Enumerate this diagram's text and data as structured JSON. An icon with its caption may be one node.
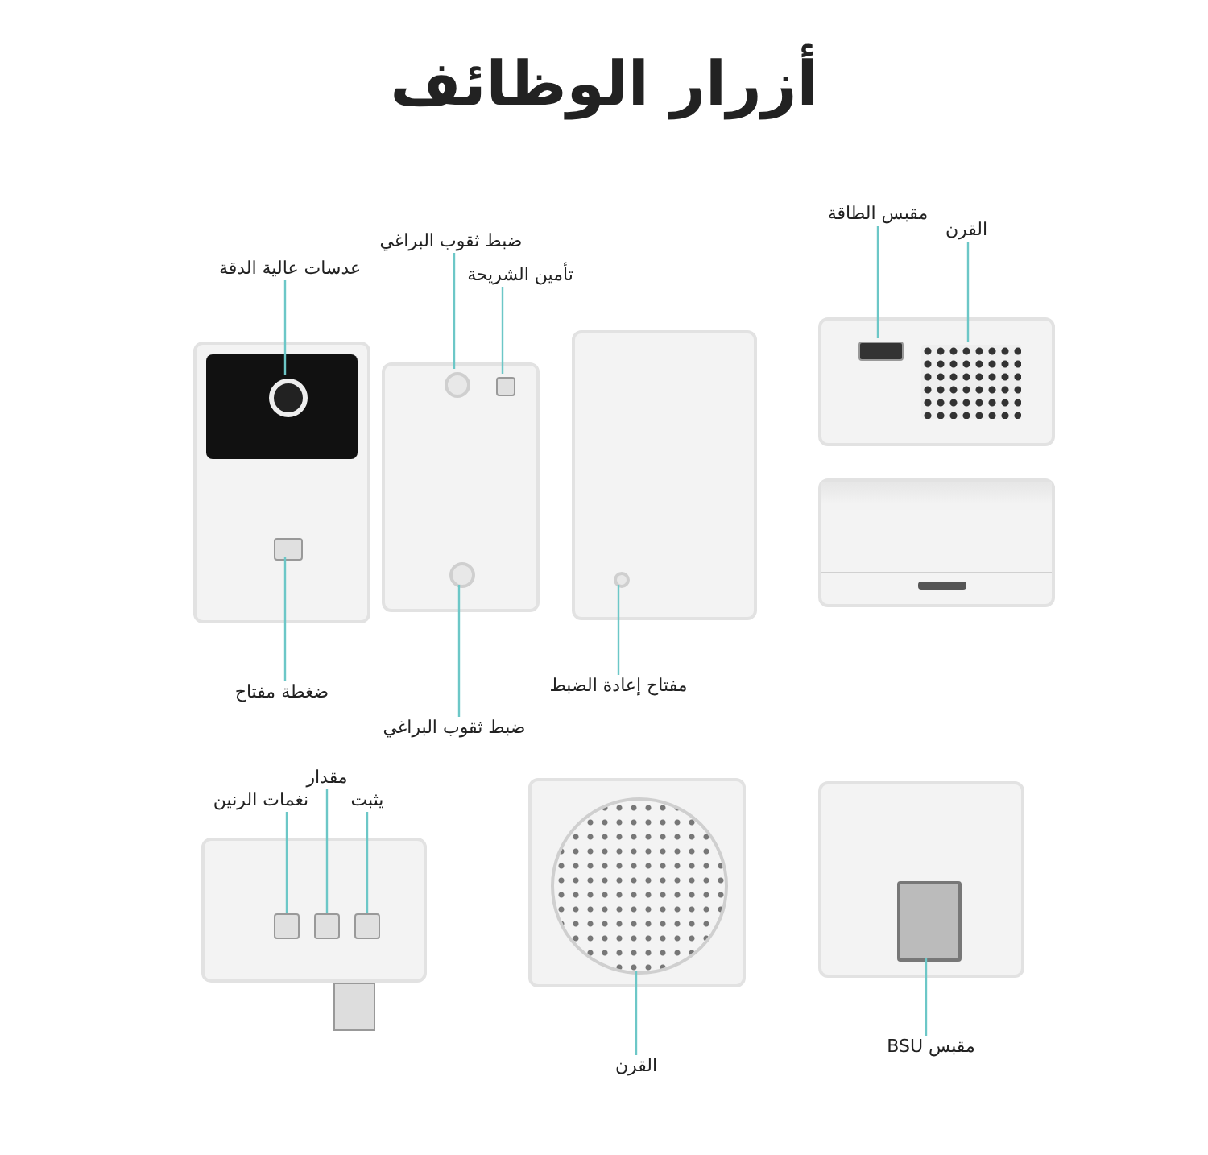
{
  "diagram": {
    "title": "أزرار الوظائف",
    "nodes": [
      {
        "text": [],
        "shape": "picture"
      },
      {
        "text": [],
        "shape": "picture"
      },
      {
        "text": [],
        "shape": "picture"
      },
      {
        "text": [],
        "shape": "picture"
      },
      {
        "text": [],
        "shape": "picture"
      },
      {
        "text": [],
        "shape": "picture"
      },
      {
        "text": [],
        "shape": "picture"
      },
      {
        "text": [],
        "shape": "picture"
      },
      {
        "text": [],
        "shape": "circle",
        "in": 0
      },
      {
        "text": [],
        "shape": "box",
        "in": 0
      },
      {
        "text": [],
        "shape": "circle",
        "in": 1
      },
      {
        "text": [],
        "shape": "box",
        "in": 1
      },
      {
        "text": [],
        "shape": "circle",
        "in": 1
      },
      {
        "text": [],
        "shape": "circle",
        "in": 2
      },
      {
        "text": [],
        "shape": "box",
        "in": 3
      },
      {
        "text": [],
        "shape": "box",
        "in": 3
      },
      {
        "text": [],
        "shape": "box",
        "in": 5
      },
      {
        "text": [],
        "shape": "box",
        "in": 5
      },
      {
        "text": [],
        "shape": "box",
        "in": 5
      },
      {
        "text": [],
        "shape": "circle",
        "in": 6
      },
      {
        "text": [],
        "shape": "box",
        "in": 7
      },
      {
        "text": [
          "عدسات عالية الدقة"
        ]
      },
      {
        "text": [
          "ضبط ثقوب البراغي"
        ]
      },
      {
        "text": [
          "تأمين الشريحة"
        ]
      },
      {
        "text": [
          "مقبس الطاقة"
        ]
      },
      {
        "text": [
          "القرن"
        ]
      },
      {
        "text": [
          "ضغطة مفتاح"
        ]
      },
      {
        "text": [
          "ضبط ثقوب البراغي"
        ]
      },
      {
        "text": [
          "مفتاح إعادة الضبط"
        ]
      },
      {
        "text": [
          "مقدار"
        ]
      },
      {
        "text": [
          "نغمات الرنين"
        ]
      },
      {
        "text": [
          "يثبت"
        ]
      },
      {
        "text": [
          "القرن"
        ]
      },
      {
        "text": [
          "مقبس BSU"
        ]
      }
    ],
    "edges": [
      {
        "from": 21,
        "to": 8,
        "arrow": "none"
      },
      {
        "from": 22,
        "to": 10,
        "arrow": "none"
      },
      {
        "from": 23,
        "to": 11,
        "arrow": "none"
      },
      {
        "from": 24,
        "to": 14,
        "arrow": "none"
      },
      {
        "from": 25,
        "to": 15,
        "arrow": "none"
      },
      {
        "from": 26,
        "to": 9,
        "arrow": "none"
      },
      {
        "from": 27,
        "to": 12,
        "arrow": "none"
      },
      {
        "from": 28,
        "to": 13,
        "arrow": "none"
      },
      {
        "from": 29,
        "to": 17,
        "arrow": "none"
      },
      {
        "from": 30,
        "to": 16,
        "arrow": "none"
      },
      {
        "from": 31,
        "to": 18,
        "arrow": "none"
      },
      {
        "from": 32,
        "to": 19,
        "arrow": "none"
      },
      {
        "from": 33,
        "to": 20,
        "arrow": "none"
      }
    ]
  }
}
